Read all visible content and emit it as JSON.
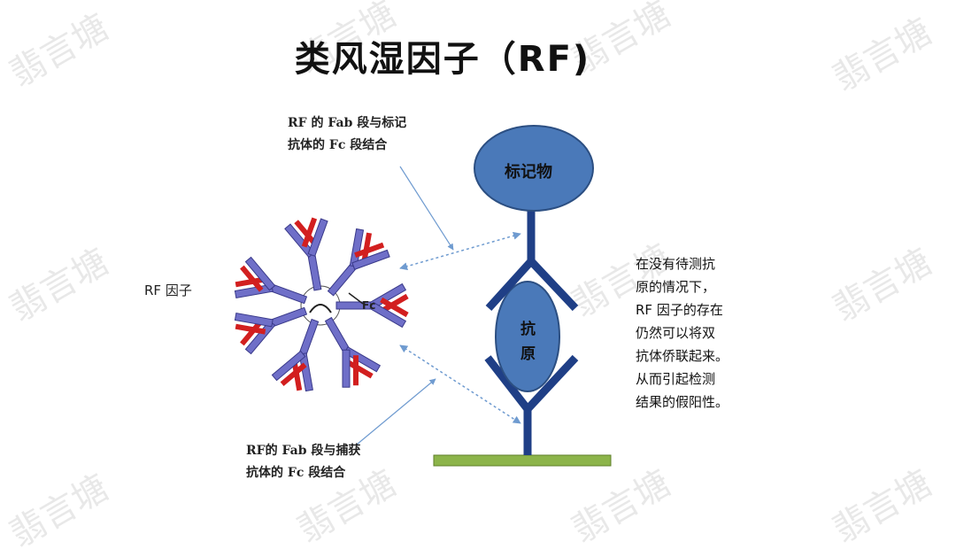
{
  "title": "类风湿因子（RF)",
  "label_top_line1": "RF 的 Fab 段与标记",
  "label_top_line2": "抗体的 Fc 段结合",
  "label_bottom_line1": "RF的 Fab 段与捕获",
  "label_bottom_line2": "抗体的 Fc 段结合",
  "rf_factor_label": "RF 因子",
  "fc_label": "Fc",
  "marker_label": "标记物",
  "antigen_label_1": "抗",
  "antigen_label_2": "原",
  "note_lines": [
    "在没有待测抗",
    "原的情况下，",
    "RF 因子的存在",
    "仍然可以将双",
    "抗体侨联起来。",
    "从而引起检测",
    "结果的假阳性。"
  ],
  "watermark": "翡言塘",
  "colors": {
    "antibody_blue": "#1f3f86",
    "ellipse_fill": "#4a79b9",
    "ellipse_stroke": "#2c4f82",
    "rf_purple": "#6f6fc8",
    "rf_red": "#d21f1f",
    "base_green": "#8cb44a",
    "arrow_blue": "#6f9bd0"
  }
}
